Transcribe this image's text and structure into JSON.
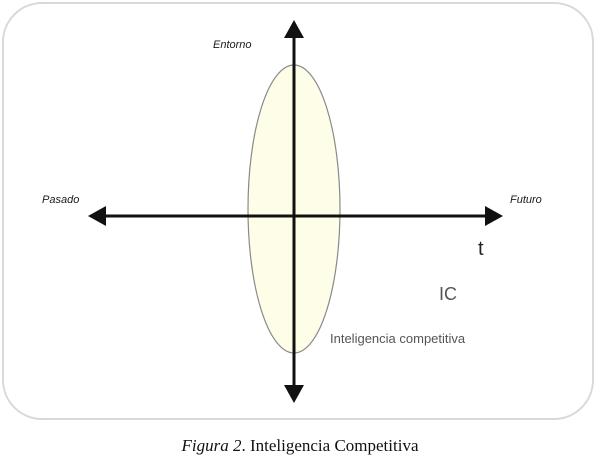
{
  "diagram": {
    "labels": {
      "top": "Entorno",
      "left": "Pasado",
      "right": "Futuro",
      "time": "t",
      "abbrev": "IC",
      "full": "Inteligencia competitiva"
    },
    "colors": {
      "ellipse_fill": "#fefde8",
      "ellipse_stroke": "#8a8a8a",
      "axis": "#111111",
      "frame_border": "#d9d9d9"
    }
  },
  "caption": {
    "figure_label": "Figura 2",
    "separator": ". ",
    "title": "Inteligencia Competitiva"
  }
}
